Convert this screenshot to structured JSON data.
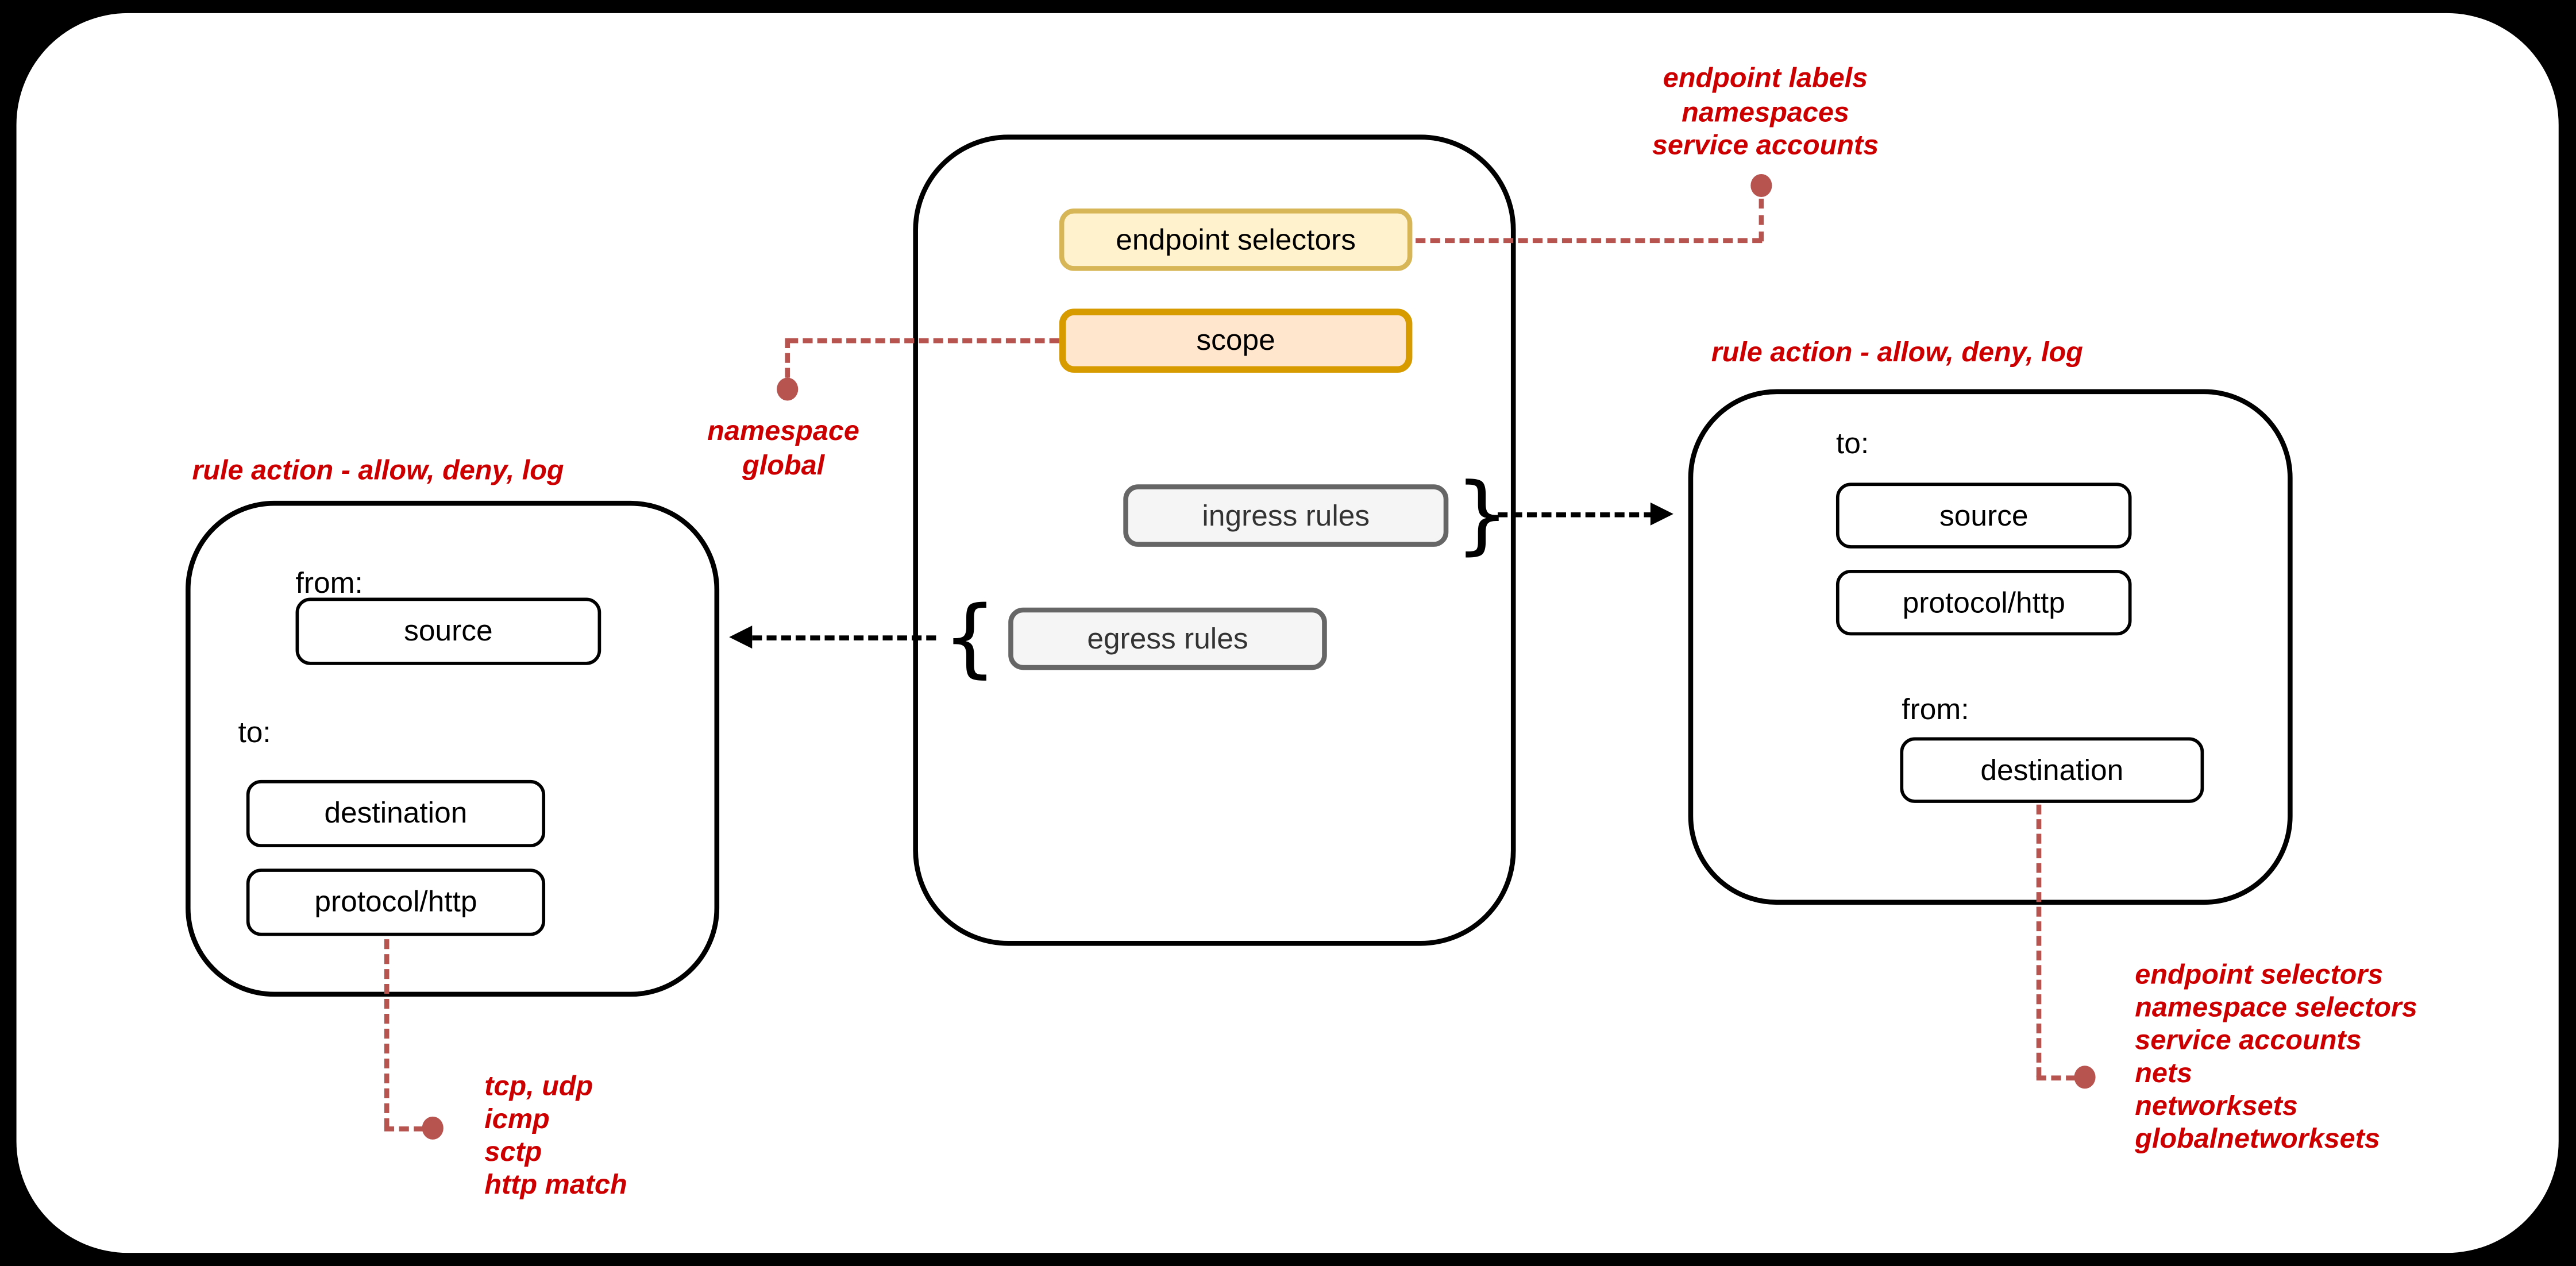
{
  "colors": {
    "background": "#000000",
    "sheet": "#ffffff",
    "annotation_red": "#cc0000",
    "connector_red": "#b85450",
    "yellow_fill": "#fff2cc",
    "yellow_border": "#d6b656",
    "orange_fill": "#ffe6cc",
    "orange_border": "#d79b00",
    "gray_fill": "#f5f5f5",
    "gray_border": "#666666"
  },
  "policy": {
    "endpoint_selectors": "endpoint selectors",
    "scope": "scope",
    "ingress_rules": "ingress rules",
    "egress_rules": "egress rules"
  },
  "braces": {
    "open": "{",
    "close": "}"
  },
  "egress_panel": {
    "header": "rule action - allow, deny, log",
    "from_label": "from:",
    "source": "source",
    "to_label": "to:",
    "destination": "destination",
    "protocol": "protocol/http"
  },
  "ingress_panel": {
    "header": "rule action - allow, deny, log",
    "to_label": "to:",
    "source": "source",
    "protocol": "protocol/http",
    "from_label": "from:",
    "destination": "destination"
  },
  "annotations": {
    "top": {
      "lines": [
        "endpoint labels",
        "namespaces",
        "service accounts"
      ]
    },
    "scope_values": {
      "lines": [
        "namespace",
        "global"
      ]
    },
    "protocol_values": {
      "lines": [
        "tcp, udp",
        "icmp",
        "sctp",
        "http match"
      ]
    },
    "destination_values": {
      "lines": [
        "endpoint selectors",
        "namespace selectors",
        "service accounts",
        "nets",
        "networksets",
        "globalnetworksets"
      ]
    }
  }
}
